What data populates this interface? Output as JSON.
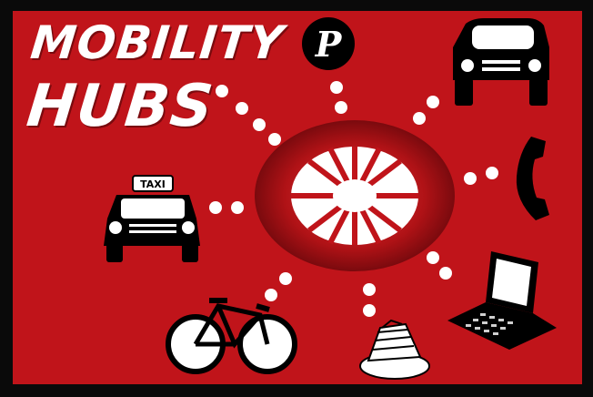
{
  "title": {
    "line1": "MOBILITY",
    "line2": "HUBS"
  },
  "icons": {
    "parking": {
      "name": "parking-icon",
      "letter": "P"
    },
    "car": {
      "name": "car-icon"
    },
    "phone": {
      "name": "phone-icon"
    },
    "laptop": {
      "name": "laptop-icon"
    },
    "food": {
      "name": "food-icon"
    },
    "bicycle": {
      "name": "bicycle-icon"
    },
    "taxi": {
      "name": "taxi-icon",
      "sign": "TAXI"
    },
    "hub": {
      "name": "hub-wheel-icon"
    }
  },
  "colors": {
    "background": "#c0141a",
    "frame": "#0a0a0a",
    "foreground": "#ffffff",
    "icon": "#000000"
  }
}
